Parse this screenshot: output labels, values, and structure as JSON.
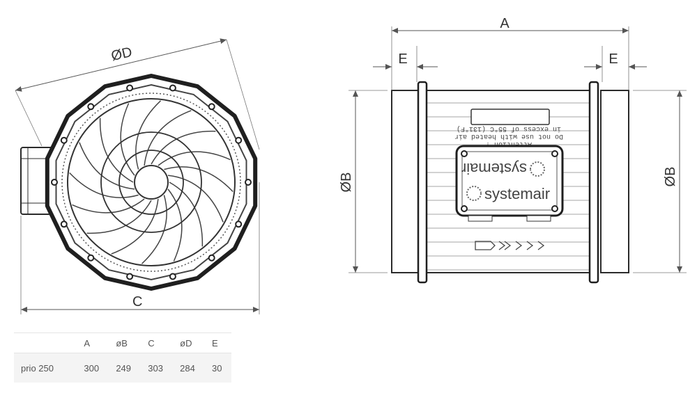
{
  "labels": {
    "dim_d": "ØD",
    "dim_c": "C",
    "dim_a": "A",
    "dim_e": "E",
    "dim_b": "ØB"
  },
  "label_warning": [
    "Attention !",
    "Do not use with heated air",
    "in excess of 55°C (131°F)"
  ],
  "brand": "systemair",
  "table": {
    "headers": [
      "",
      "A",
      "øB",
      "C",
      "øD",
      "E"
    ],
    "rows": [
      [
        "prio 250",
        "300",
        "249",
        "303",
        "284",
        "30"
      ]
    ]
  },
  "colors": {
    "line": "#2b2b2b",
    "dim": "#555555",
    "body": "#ffffff",
    "table_bg": "#f4f4f4"
  }
}
